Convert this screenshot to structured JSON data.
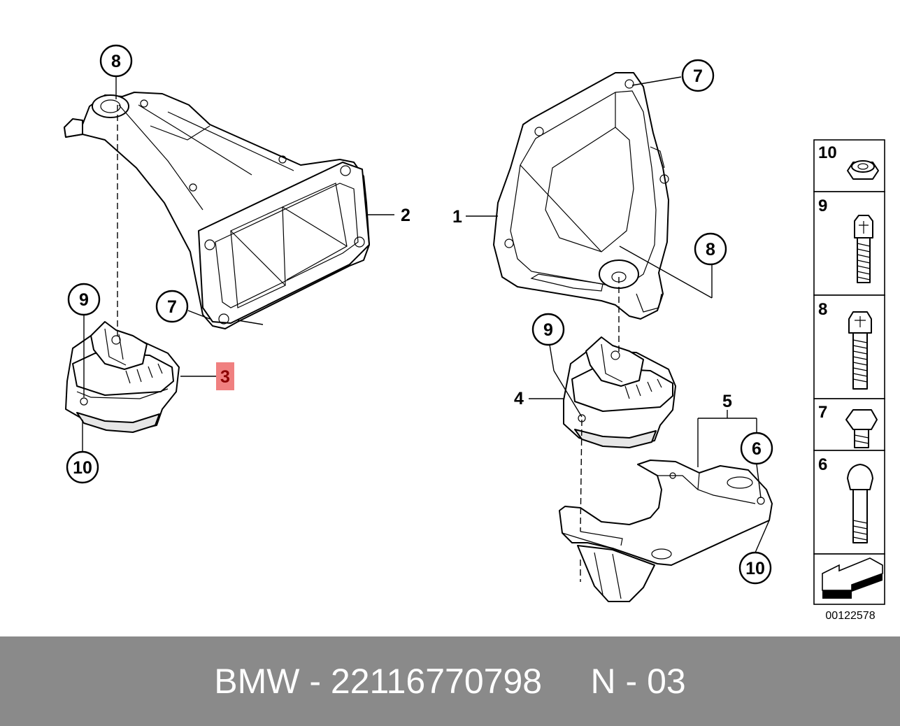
{
  "callouts": {
    "c8_left": "8",
    "c2": "2",
    "c7_left": "7",
    "c9_left": "9",
    "c3": "3",
    "c10_left": "10",
    "c1": "1",
    "c7_right": "7",
    "c8_right": "8",
    "c9_right": "9",
    "c4": "4",
    "c5": "5",
    "c6": "6",
    "c10_right": "10"
  },
  "legend": {
    "items": [
      "10",
      "9",
      "8",
      "7",
      "6"
    ]
  },
  "doc_number": "00122578",
  "footer": {
    "text": "BMW - 22116770798     N - 03"
  },
  "colors": {
    "highlight": "#f08080",
    "footer_bg": "#8a8a8a",
    "footer_text": "#ffffff"
  }
}
